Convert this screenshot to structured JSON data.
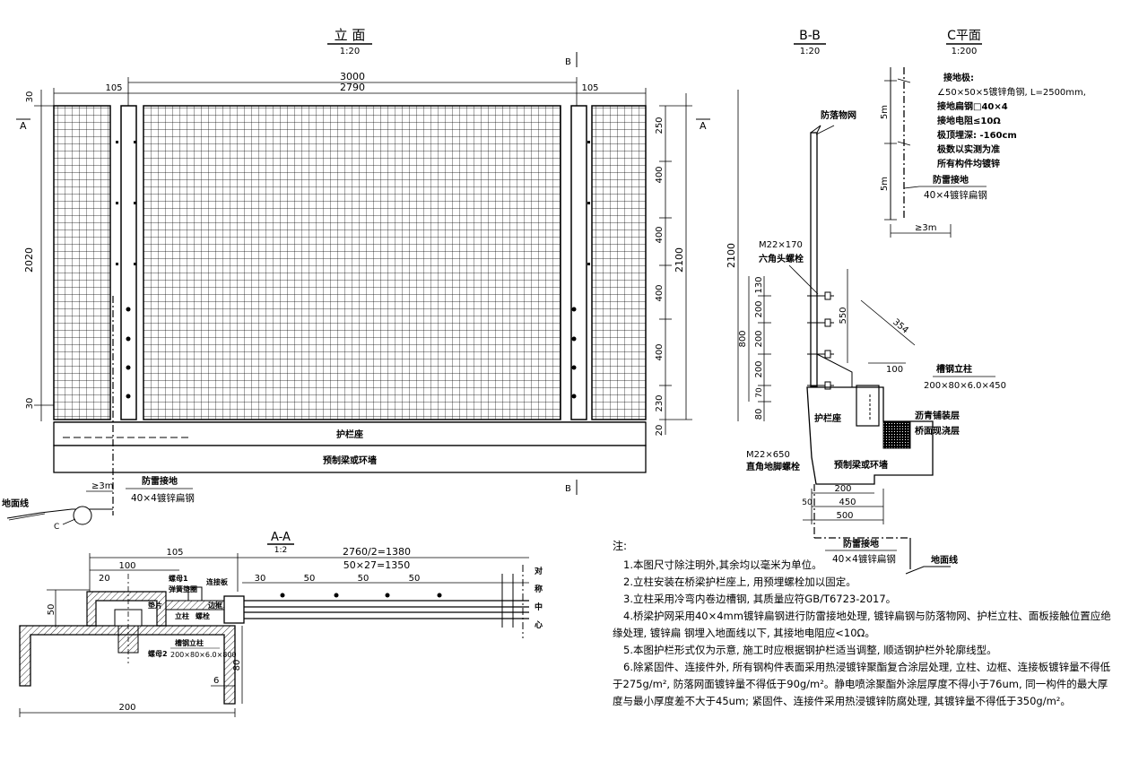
{
  "elevation": {
    "title": "立 面",
    "scale": "1:20",
    "dim_total": "3000",
    "dim_mid": "2790",
    "dim_side_l": "105",
    "dim_side_r": "105",
    "dim_top": "30",
    "dim_bottom": "30",
    "dim_left_h": "2020",
    "dim_right_h": "2100",
    "dims_right": [
      "250",
      "400",
      "400",
      "400",
      "400",
      "230",
      "20"
    ],
    "sec_a": "A",
    "sec_b": "B",
    "base_label": "护栏座",
    "beam_label": "预制梁或环墙",
    "ground_label": "地面线",
    "dim_3m": "≥3m",
    "lightning_label": "防雷接地",
    "lightning_spec": "40×4镀锌扁钢",
    "marker_c": "C"
  },
  "section_bb": {
    "title": "B-B",
    "scale": "1:20",
    "label_net": "防落物网",
    "dim_2100": "2100",
    "bolt1": "M22×170",
    "bolt1_type": "六角头螺栓",
    "dim_800": "800",
    "dims_left": [
      "130",
      "200",
      "200",
      "200",
      "70",
      "80"
    ],
    "dim_550": "550",
    "dim_354": "354",
    "dim_100": "100",
    "post_label": "槽钢立柱",
    "post_spec": "200×80×6.0×450",
    "asphalt": "沥青铺装层",
    "bridge_conc": "桥面现浇层",
    "base_label": "护栏座",
    "beam_label": "预制梁或环墙",
    "bolt2": "M22×650",
    "bolt2_type": "直角地脚螺栓",
    "dim_200": "200",
    "dim_450": "450",
    "dim_50": "50",
    "dim_500": "500",
    "lightning_label": "防雷接地",
    "lightning_spec": "40×4镀锌扁钢",
    "ground_label": "地面线"
  },
  "plan_c": {
    "title": "C平面",
    "scale": "1:200",
    "heading": "接地极:",
    "lines": [
      "∠50×50×5镀锌角钢, L=2500mm,",
      "接地扁钢□40×4",
      "接地电阻≤10Ω",
      "极顶埋深: -160cm",
      "极数以实测为准",
      "所有构件均镀锌"
    ],
    "dim_5m_a": "5m",
    "dim_5m_b": "5m",
    "lightning_label": "防雷接地",
    "lightning_spec": "40×4镀锌扁钢",
    "dim_3m": "≥3m"
  },
  "section_aa": {
    "title": "A-A",
    "scale": "1:2",
    "dim_105": "105",
    "dim_100": "100",
    "dim_20": "20",
    "dim_50": "50",
    "dim_half": "2760/2=1380",
    "dim_spacing": "50×27=1350",
    "dim_30": "30",
    "dims_50": [
      "50",
      "50",
      "50"
    ],
    "dim_80": "80",
    "dim_6": "6",
    "dim_200": "200",
    "nut1": "螺母1",
    "washer": "弹簧垫圈",
    "plate": "连接板",
    "gasket": "垫片",
    "frame": "边框",
    "post": "立柱",
    "bolt": "螺栓",
    "nut2": "螺母2",
    "channel": "槽钢立柱",
    "channel_spec": "200×80×6.0×800",
    "side_text": "对称中心"
  },
  "notes": {
    "title": "注:",
    "items": [
      "1.本图尺寸除注明外,其余均以毫米为单位。",
      "2.立柱安装在桥梁护栏座上, 用预埋螺栓加以固定。",
      "3.立柱采用冷弯内卷边槽钢, 其质量应符GB/T6723-2017。",
      "4.桥梁护网采用40×4mm镀锌扁钢进行防雷接地处理, 镀锌扁钢与防落物网、护栏立柱、面板接触位置应绝缘处理, 镀锌扁 钢埋入地面线以下, 其接地电阻应<10Ω。",
      "5.本图护栏形式仅为示意, 施工时应根据钢护栏适当调整, 顺适钢护栏外轮廓线型。",
      "6.除紧固件、连接件外, 所有钢构件表面采用热浸镀锌聚酯复合涂层处理, 立柱、边框、连接板镀锌量不得低于275g/m², 防落网面镀锌量不得低于90g/m²。静电喷涂聚酯外涂层厚度不得小于76um, 同一构件的最大厚度与最小厚度差不大于45um; 紧固件、连接件采用热浸镀锌防腐处理, 其镀锌量不得低于350g/m²。"
    ]
  }
}
